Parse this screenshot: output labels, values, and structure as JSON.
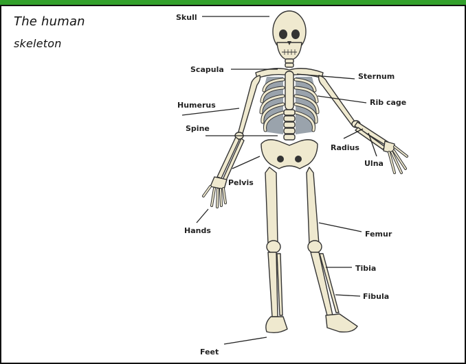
{
  "heading": {
    "line1": "The human",
    "line2": "skeleton"
  },
  "colors": {
    "banner": "#33a02c",
    "bone": "#efe9cf",
    "outline": "#333333",
    "ribcage_interior": "#9aa3ac"
  },
  "labels": {
    "skull": "Skull",
    "scapula": "Scapula",
    "sternum": "Sternum",
    "humerus": "Humerus",
    "rib_cage": "Rib cage",
    "spine": "Spine",
    "radius": "Radius",
    "ulna": "Ulna",
    "pelvis": "Pelvis",
    "hands": "Hands",
    "femur": "Femur",
    "tibia": "Tibia",
    "fibula": "Fibula",
    "feet": "Feet"
  }
}
